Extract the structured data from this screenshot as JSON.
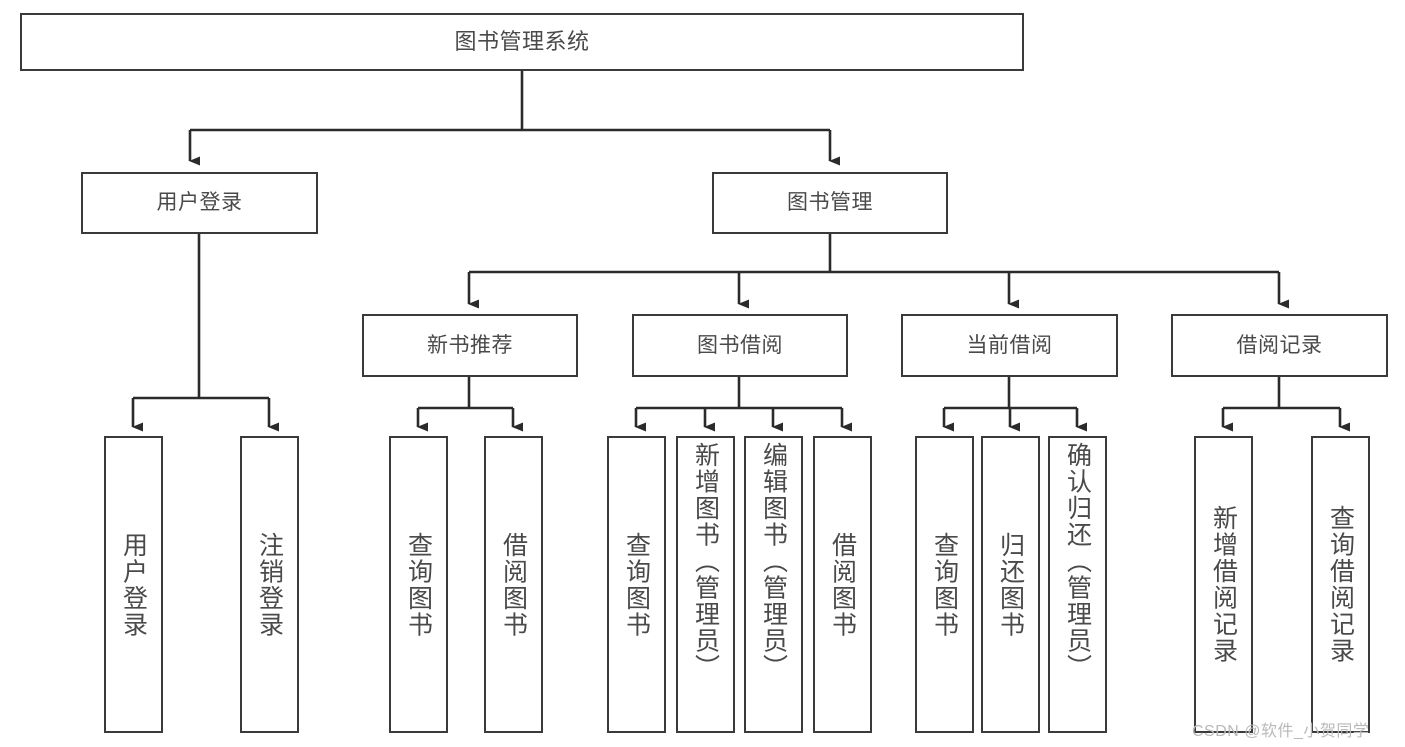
{
  "diagram": {
    "type": "hierarchy-tree",
    "title": "图书管理系统",
    "nodes": {
      "root": {
        "label": "图书管理系统"
      },
      "level1": [
        {
          "id": "user-login",
          "label": "用户登录"
        },
        {
          "id": "book-management",
          "label": "图书管理"
        }
      ],
      "level2": [
        {
          "id": "new-book-recommend",
          "label": "新书推荐"
        },
        {
          "id": "book-borrow",
          "label": "图书借阅"
        },
        {
          "id": "current-borrow",
          "label": "当前借阅"
        },
        {
          "id": "borrow-record",
          "label": "借阅记录"
        }
      ],
      "leaves": {
        "user_login": [
          {
            "id": "leaf-user-login",
            "label": "用户登录"
          },
          {
            "id": "leaf-logout-login",
            "label": "注销登录"
          }
        ],
        "new_book_recommend": [
          {
            "id": "leaf-query-book-1",
            "label": "查询图书"
          },
          {
            "id": "leaf-borrow-book-1",
            "label": "借阅图书"
          }
        ],
        "book_borrow": [
          {
            "id": "leaf-query-book-2",
            "label": "查询图书"
          },
          {
            "id": "leaf-add-book",
            "label": "新增图书（管理员）"
          },
          {
            "id": "leaf-edit-book",
            "label": "编辑图书（管理员）"
          },
          {
            "id": "leaf-borrow-book-2",
            "label": "借阅图书"
          }
        ],
        "current_borrow": [
          {
            "id": "leaf-query-book-3",
            "label": "查询图书"
          },
          {
            "id": "leaf-return-book",
            "label": "归还图书"
          },
          {
            "id": "leaf-confirm-return",
            "label": "确认归还（管理员）"
          }
        ],
        "borrow_record": [
          {
            "id": "leaf-add-record",
            "label": "新增借阅记录"
          },
          {
            "id": "leaf-query-record",
            "label": "查询借阅记录"
          }
        ]
      }
    },
    "colors": {
      "border": "#3a3a3a",
      "text": "#4a4a4a",
      "background": "#ffffff",
      "edge": "#2b2b2b",
      "watermark": "#b9b9b9"
    }
  },
  "watermark": {
    "text": "CSDN @软件_小贺同学"
  }
}
